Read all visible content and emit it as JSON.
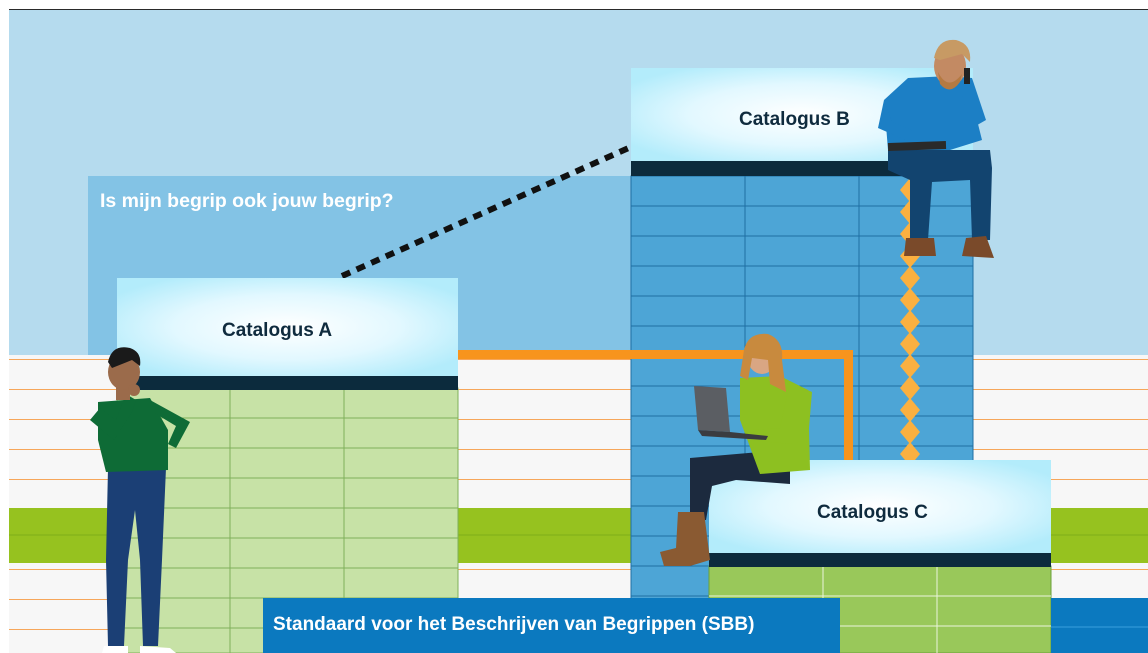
{
  "question": "Is mijn begrip ook jouw begrip?",
  "catalogs": {
    "a": "Catalogus A",
    "b": "Catalogus B",
    "c": "Catalogus C"
  },
  "banner": "Standaard voor het Beschrijven van Begrippen (SBB)",
  "colors": {
    "sky": "#b5dbee",
    "question_panel": "#83c3e5",
    "card": "#ccf1fc",
    "card_bar": "#0c2b3d",
    "green_table": "#c7e2a6",
    "green_table_c": "#99c85a",
    "blue_table": "#4da5d6",
    "orange": "#f7941d",
    "banner": "#0b79bf",
    "lime_band": "#96c21f"
  }
}
